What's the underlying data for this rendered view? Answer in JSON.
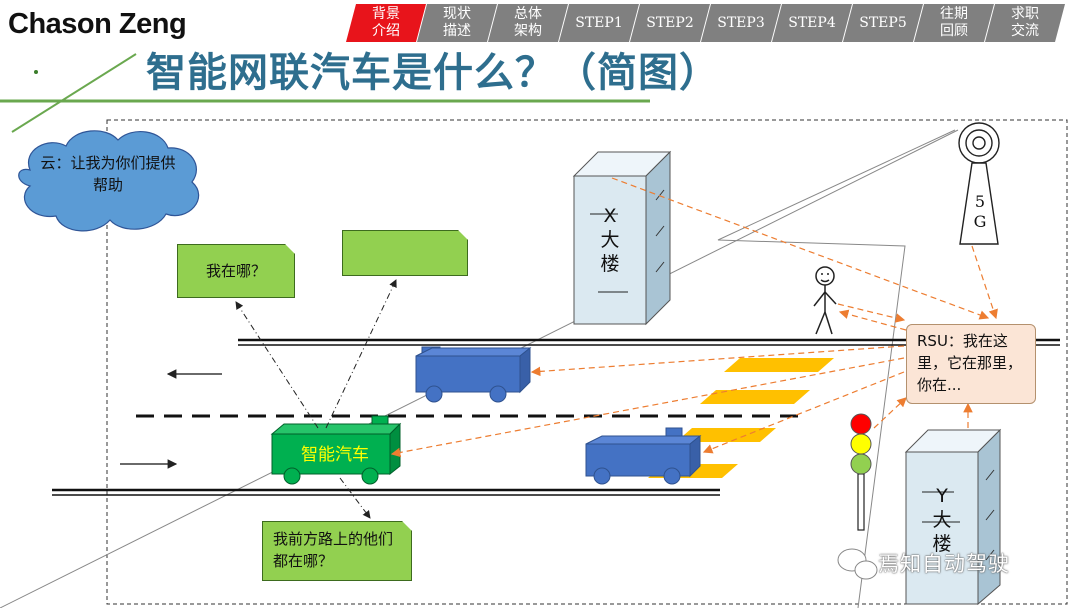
{
  "header": {
    "brand": "Chason Zeng",
    "title": "智能网联汽车是什么？（简图）",
    "tabs": [
      {
        "label": "背景\n介绍",
        "active": true
      },
      {
        "label": "现状\n描述",
        "active": false
      },
      {
        "label": "总体\n架构",
        "active": false
      },
      {
        "label": "STEP1",
        "active": false
      },
      {
        "label": "STEP2",
        "active": false
      },
      {
        "label": "STEP3",
        "active": false
      },
      {
        "label": "STEP4",
        "active": false
      },
      {
        "label": "STEP5",
        "active": false
      },
      {
        "label": "往期\n回顾",
        "active": false
      },
      {
        "label": "求职\n交流",
        "active": false
      }
    ]
  },
  "diagram": {
    "cloud": "云：让我为你们提供帮助",
    "note_where": "我在哪？",
    "note_blank": "",
    "note_others": "我前方路上的他们都在哪？",
    "smart_car": "智能汽车",
    "building_x": "X\n大\n楼",
    "building_y": "Y\n大\n楼",
    "tower": "5\nG",
    "rsu": "RSU：我在这里，它在那里，你在..."
  },
  "watermark": "焉知自动驾驶",
  "colors": {
    "active_tab": "#e8141b",
    "inactive_tab": "#808080",
    "title": "#2e6e8e",
    "note_fill": "#92d050",
    "cloud_fill": "#5b9bd5",
    "rsu_fill": "#fbe5d6",
    "car_fill": "#4472c4",
    "smart_car_fill": "#00b050",
    "crosswalk": "#ffc000",
    "arrow": "#ed7d31",
    "building_fill": "#dbe9f1"
  }
}
